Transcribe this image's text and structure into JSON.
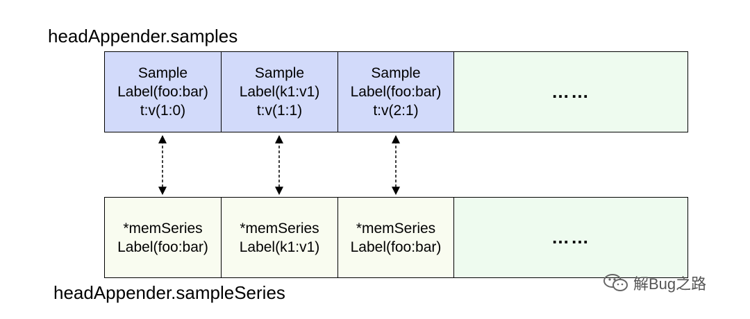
{
  "titles": {
    "top": "headAppender.samples",
    "bottom": "headAppender.sampleSeries"
  },
  "samples": [
    {
      "line1": "Sample",
      "line2": "Label(foo:bar)",
      "line3": "t:v(1:0)"
    },
    {
      "line1": "Sample",
      "line2": "Label(k1:v1)",
      "line3": "t:v(1:1)"
    },
    {
      "line1": "Sample",
      "line2": "Label(foo:bar)",
      "line3": "t:v(2:1)"
    }
  ],
  "samples_more": "……",
  "series": [
    {
      "line1": "*memSeries",
      "line2": "Label(foo:bar)"
    },
    {
      "line1": "*memSeries",
      "line2": "Label(k1:v1)"
    },
    {
      "line1": "*memSeries",
      "line2": "Label(foo:bar)"
    }
  ],
  "series_more": "……",
  "watermark": {
    "text": "解Bug之路",
    "icon": "wechat-icon"
  },
  "colors": {
    "sample_fill": "#d2dafa",
    "series_fill": "#f9fcf0",
    "more_fill": "#eefbef"
  }
}
